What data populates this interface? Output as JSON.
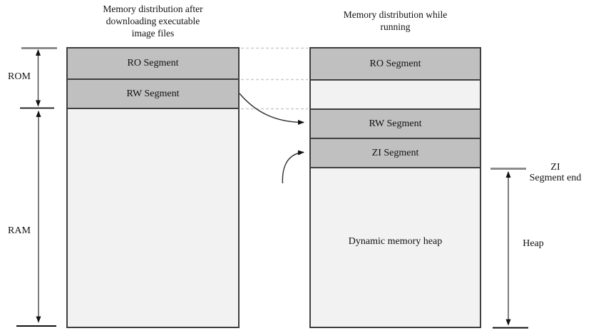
{
  "left_panel": {
    "title": "Memory distribution after\ndownloading executable\nimage files",
    "segments": [
      {
        "label": "RO Segment"
      },
      {
        "label": "RW Segment"
      },
      {
        "label": ""
      }
    ]
  },
  "right_panel": {
    "title": "Memory distribution while\nrunning",
    "segments": [
      {
        "label": "RO Segment"
      },
      {
        "label": ""
      },
      {
        "label": "RW Segment"
      },
      {
        "label": "ZI Segment"
      },
      {
        "label": "Dynamic memory heap"
      }
    ]
  },
  "side_labels": {
    "rom": "ROM",
    "ram": "RAM",
    "heap": "Heap",
    "zi_segment_end": "ZI\nSegment end"
  },
  "colors": {
    "segment_fill_dark": "#c0c0c0",
    "segment_fill_light": "#f2f2f2",
    "segment_border": "#3f3f3f",
    "tick_gray": "#8c8c8c",
    "tick_black": "#111111",
    "dashed_connector": "#cccccc",
    "arrow": "#333333"
  }
}
